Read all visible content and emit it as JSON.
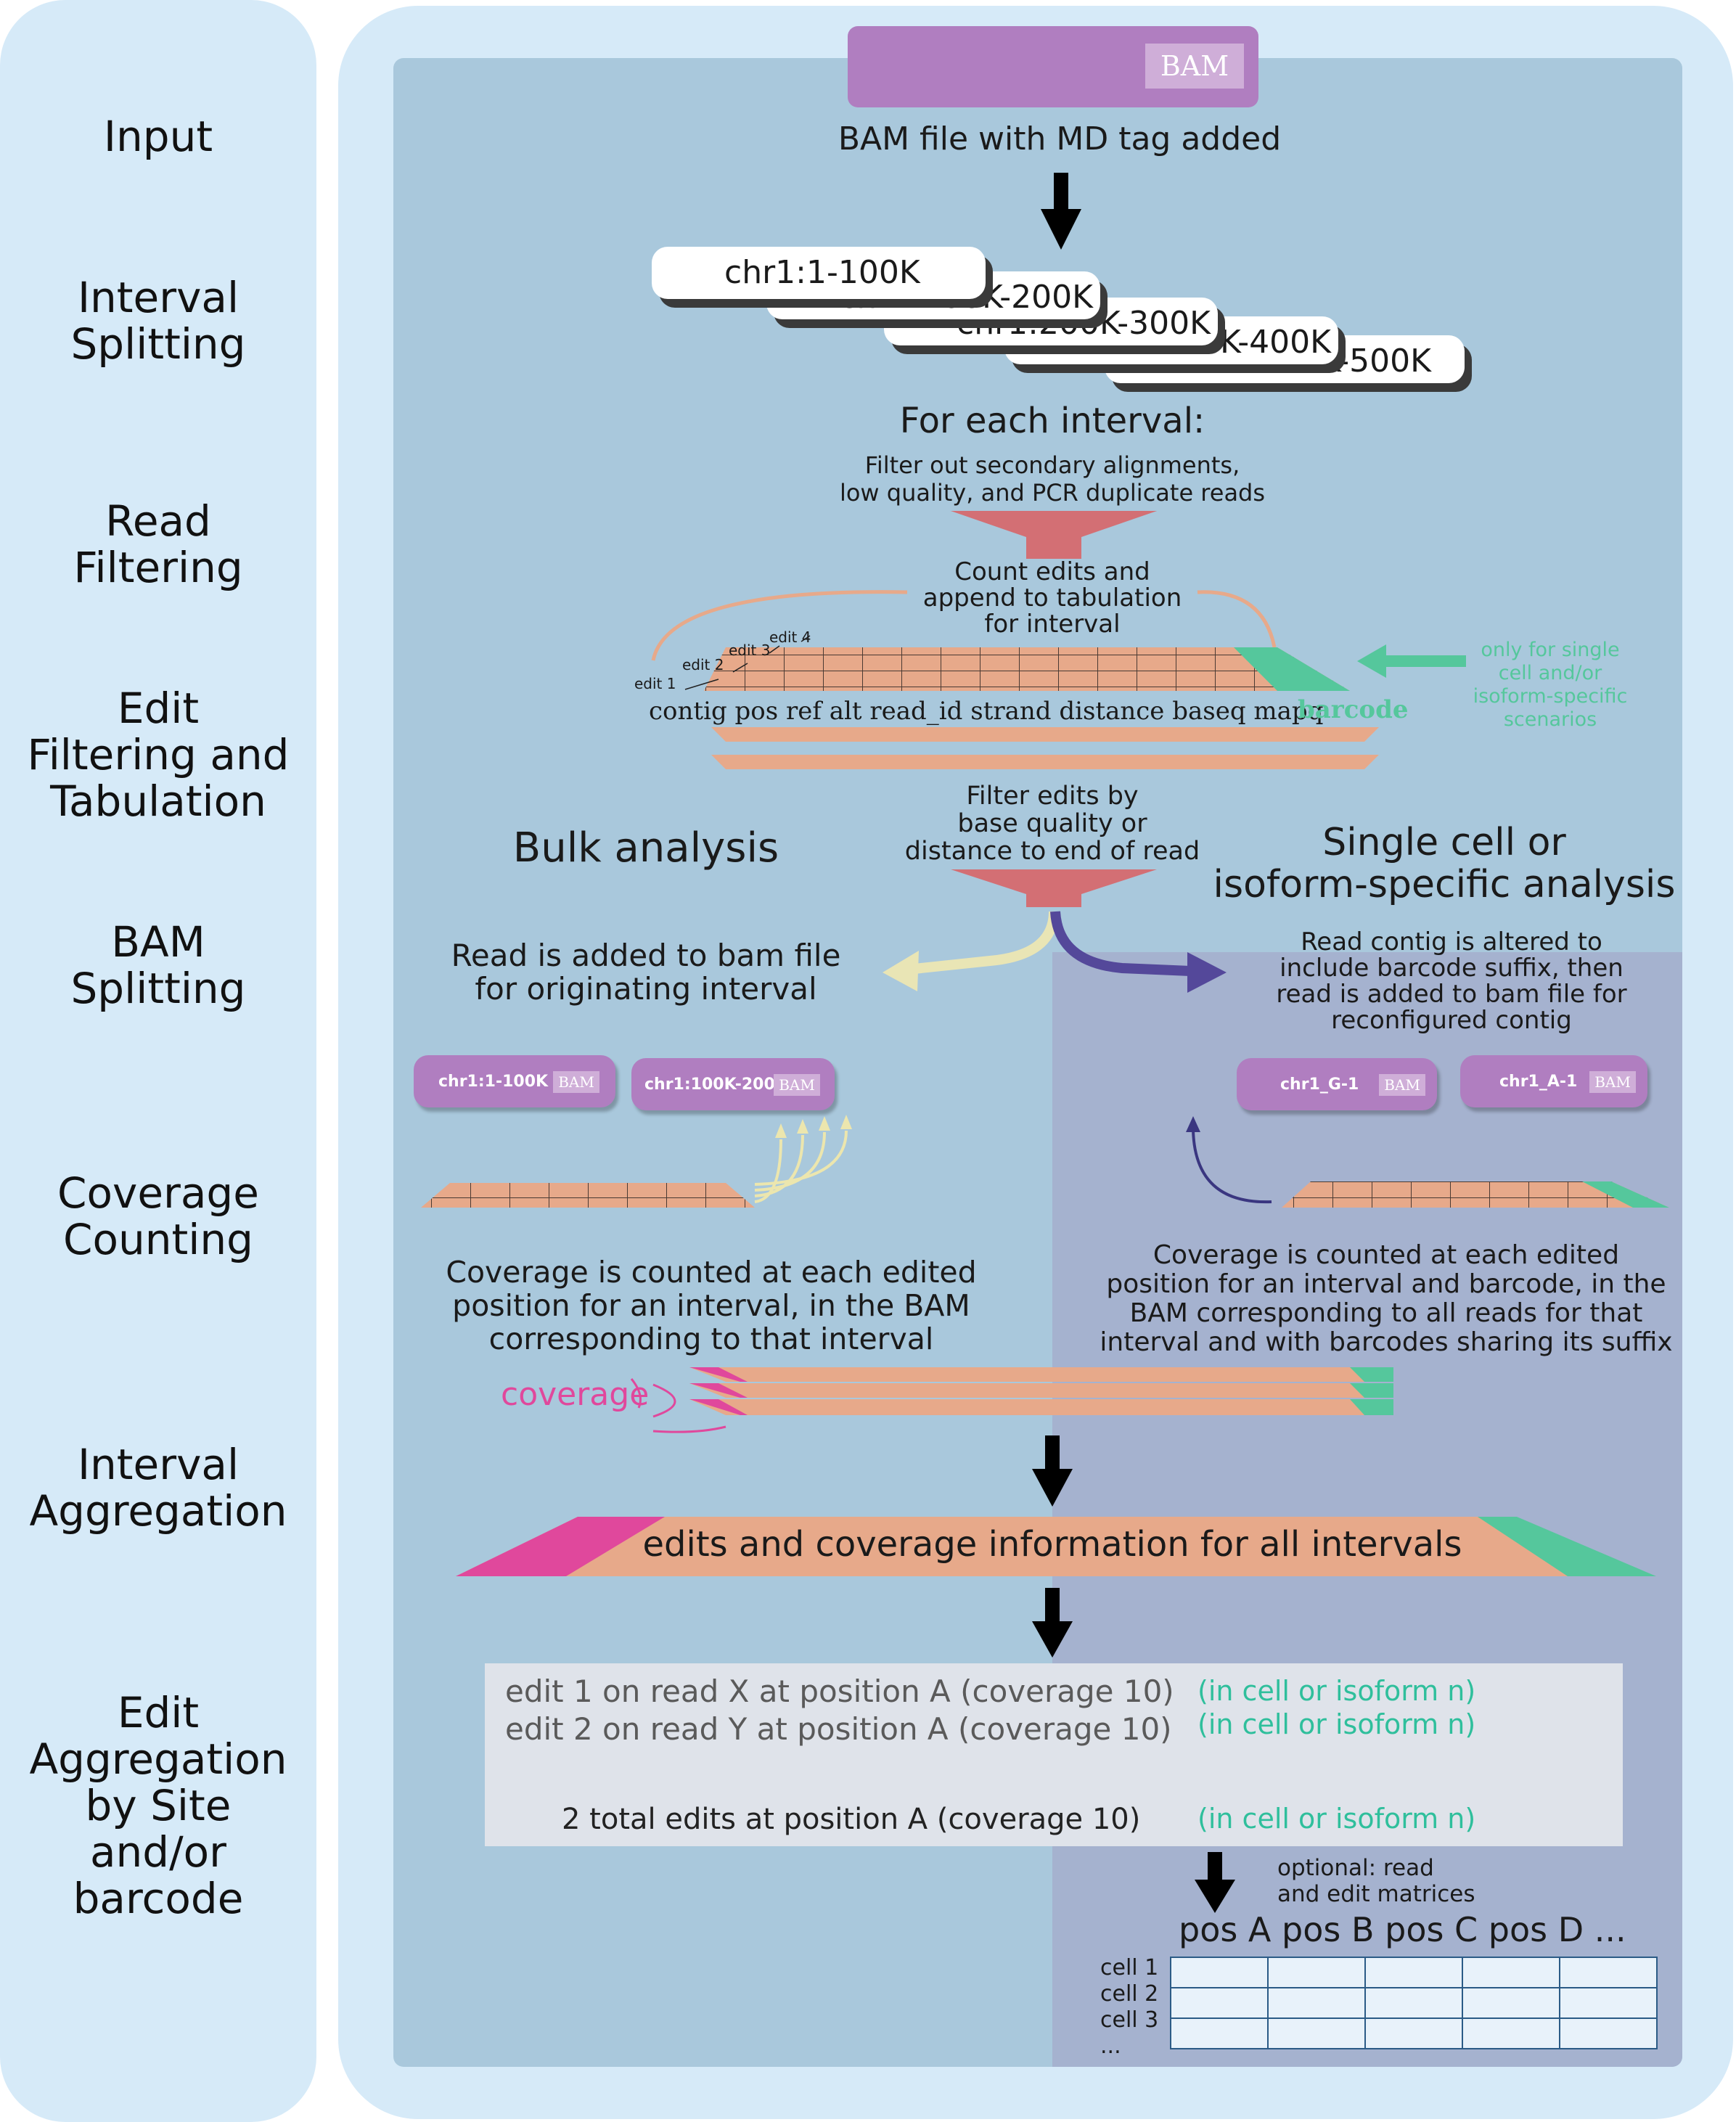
{
  "stages": [
    "Input",
    "Interval\nSplitting",
    "Read\nFiltering",
    "Edit\nFiltering and\nTabulation",
    "BAM\nSplitting",
    "Coverage\nCounting",
    "Interval\nAggregation",
    "Edit\nAggregation\nby Site\nand/or\nbarcode"
  ],
  "input": {
    "bam_tag": "BAM",
    "caption": "BAM file with MD tag added"
  },
  "intervals": [
    "chr1:1-100K",
    "chr1:100K-200K",
    "chr1:200K-300K",
    "chr1:300K-400K",
    "chr1:400K-500K"
  ],
  "read_filtering": {
    "heading": "For each interval:",
    "description": "Filter out secondary alignments,\nlow quality, and PCR duplicate reads"
  },
  "tabulation": {
    "count_text": "Count edits and\nappend to tabulation\nfor interval",
    "edit_labels": [
      "edit 1",
      "edit 2",
      "edit 3",
      "edit 4"
    ],
    "columns": "contig pos ref alt read_id strand distance baseq mapq",
    "barcode_label": "barcode",
    "barcode_note": "only for single\ncell and/or\nisoform-specific\nscenarios"
  },
  "edit_filter": "Filter edits by\nbase quality or\ndistance to end of read",
  "bulk": {
    "title": "Bulk analysis",
    "description": "Read is added to bam file\nfor originating interval",
    "bams": [
      "chr1:1-100K",
      "chr1:100K-200K"
    ],
    "coverage_text": "Coverage is counted at each edited\nposition for an interval, in the BAM\ncorresponding to that interval",
    "coverage_label": "coverage"
  },
  "single_cell": {
    "title": "Single cell or\nisoform-specific analysis",
    "description": "Read contig is altered to\ninclude barcode suffix, then\nread is added to bam file for\nreconfigured contig",
    "bams": [
      "chr1_G-1",
      "chr1_A-1"
    ],
    "coverage_text": "Coverage is counted at each edited\nposition for an interval and barcode, in the\nBAM corresponding to all reads for that\ninterval and with barcodes sharing its suffix"
  },
  "bam_tag": "BAM",
  "aggregation_label": "edits and coverage information for all intervals",
  "edit_aggregation": {
    "lines": [
      "edit 1 on read X at position A (coverage 10)",
      "edit 2 on read Y at position A (coverage 10)"
    ],
    "cell_note": "(in cell or isoform n)",
    "total": "2 total edits at position A (coverage 10)"
  },
  "matrices": {
    "note": "optional: read\nand edit matrices",
    "header": "pos A pos B pos C pos D ...",
    "rows": [
      "cell 1",
      "cell 2",
      "cell 3",
      "..."
    ]
  },
  "colors": {
    "magenta": "#e0489c",
    "green": "#55c79c",
    "salmon": "#e7a98a",
    "purple_bam": "#b07ec0",
    "funnel": "#d36f74"
  }
}
